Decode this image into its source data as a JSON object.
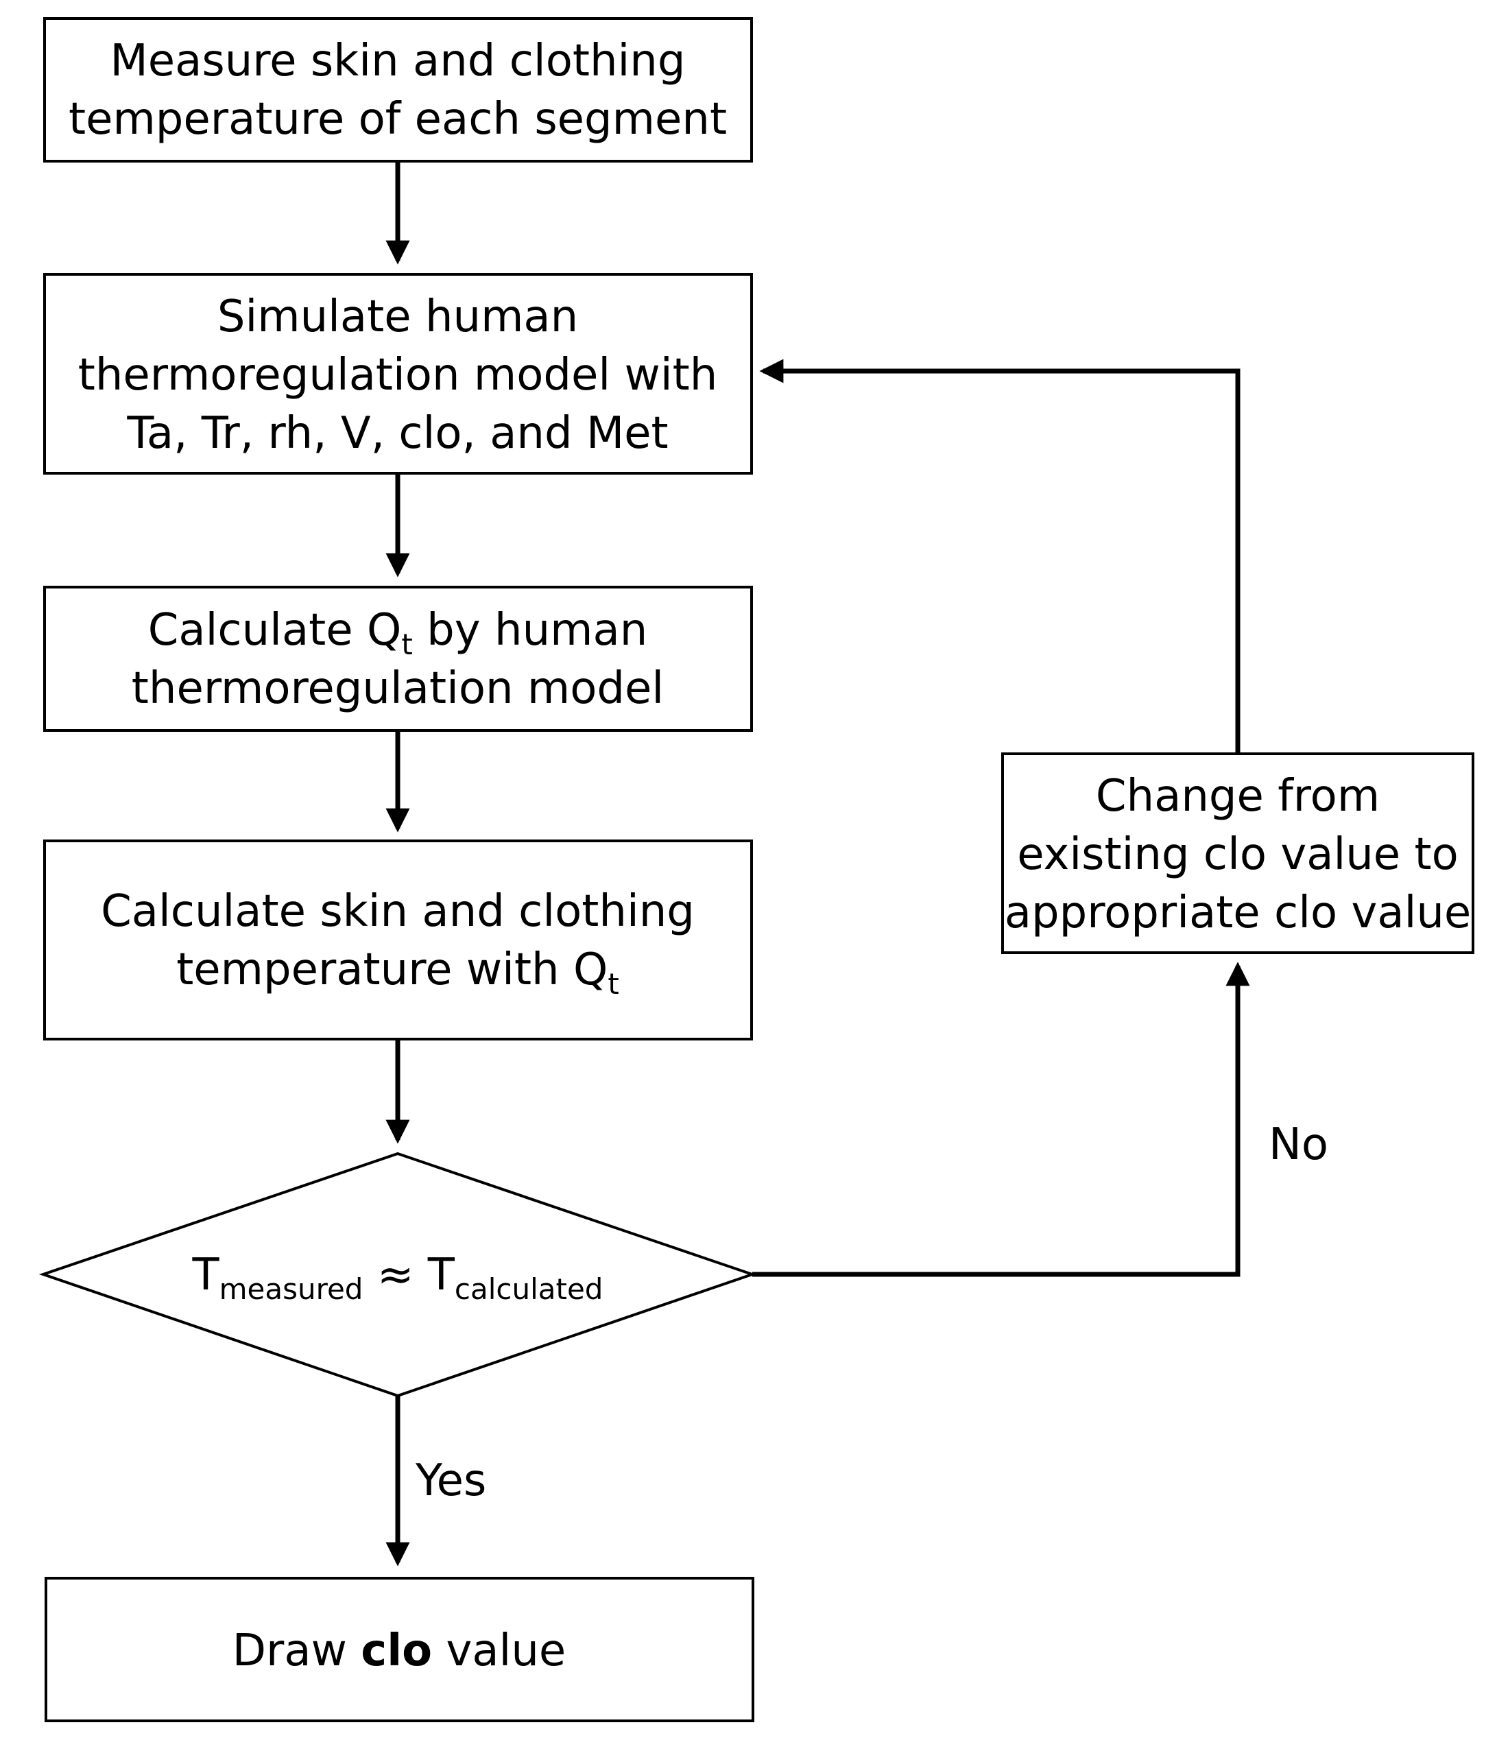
{
  "steps": {
    "measure": {
      "line1": "Measure skin and clothing",
      "line2": "temperature of each segment"
    },
    "simulate": {
      "line1": "Simulate human",
      "line2": "thermoregulation model with",
      "line3": "Ta, Tr, rh, V, clo, and Met"
    },
    "calc_qt": {
      "line1_pre": "Calculate Q",
      "line1_sub": "t",
      "line1_post": " by human",
      "line2": "thermoregulation model"
    },
    "calc_temp": {
      "line1": "Calculate skin and clothing",
      "line2_pre": "temperature with Q",
      "line2_sub": "t"
    },
    "decision": {
      "t1": "T",
      "t1_sub": "measured",
      "approx": " ≈ ",
      "t2": "T",
      "t2_sub": "calculated"
    },
    "draw": {
      "pre": "Draw ",
      "bold": "clo",
      "post": " value"
    },
    "change": {
      "line1": "Change from",
      "line2": "existing clo value to",
      "line3": "appropriate clo value"
    }
  },
  "edges": {
    "no": "No",
    "yes": "Yes"
  }
}
